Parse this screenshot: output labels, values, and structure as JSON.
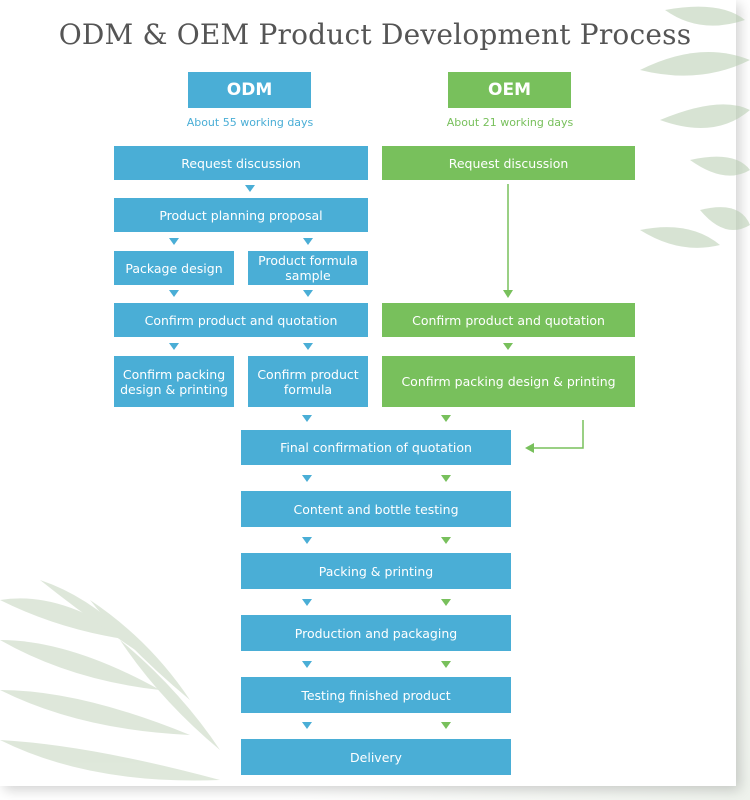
{
  "title": "ODM & OEM Product Development Process",
  "odm": {
    "header": "ODM",
    "duration": "About 55 working days",
    "steps": {
      "request": "Request discussion",
      "planning": "Product planning proposal",
      "package_design": "Package design",
      "formula_sample": "Product formula sample",
      "confirm_quote": "Confirm product and quotation",
      "confirm_packing": "Confirm packing design & printing",
      "confirm_formula": "Confirm product formula"
    }
  },
  "oem": {
    "header": "OEM",
    "duration": "About 21 working days",
    "steps": {
      "request": "Request discussion",
      "confirm_quote": "Confirm product and quotation",
      "confirm_packing": "Confirm packing design & printing"
    }
  },
  "shared": {
    "final_quote": "Final confirmation of quotation",
    "testing": "Content and bottle testing",
    "packing": "Packing & printing",
    "production": "Production and packaging",
    "finished": "Testing finished product",
    "delivery": "Delivery"
  },
  "colors": {
    "odm_blue": "#4aaed6",
    "oem_green": "#78c05c",
    "title_gray": "#555555"
  }
}
